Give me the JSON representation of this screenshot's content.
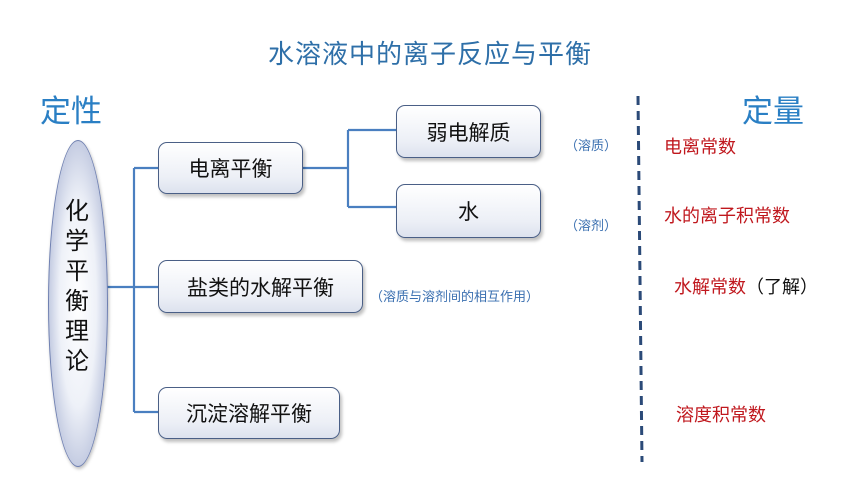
{
  "title": "水溶液中的离子反应与平衡",
  "left_heading": "定性",
  "right_heading": "定量",
  "root": {
    "chars": [
      "化",
      "学",
      "平",
      "衡",
      "理",
      "论"
    ]
  },
  "equilibria": {
    "ionization": "电离平衡",
    "hydrolysis": "盐类的水解平衡",
    "dissolution": "沉淀溶解平衡"
  },
  "electrolytes": {
    "weak": "弱电解质",
    "water": "水"
  },
  "notes": {
    "solute": "（溶质）",
    "solvent": "（溶剂）",
    "interaction": "（溶质与溶剂间的相互作用）"
  },
  "constants": {
    "ionization_constant": "电离常数",
    "water_ion_product": "水的离子积常数",
    "hydrolysis_constant": "水解常数",
    "hydrolysis_suffix": "（了解）",
    "solubility_product": "溶度积常数"
  },
  "colors": {
    "title": "#2e6fa8",
    "heading": "#2a7fc4",
    "note": "#3a6fb0",
    "constant": "#c0181e",
    "connector": "#4a7fc0",
    "divider": "#2b4a78"
  }
}
